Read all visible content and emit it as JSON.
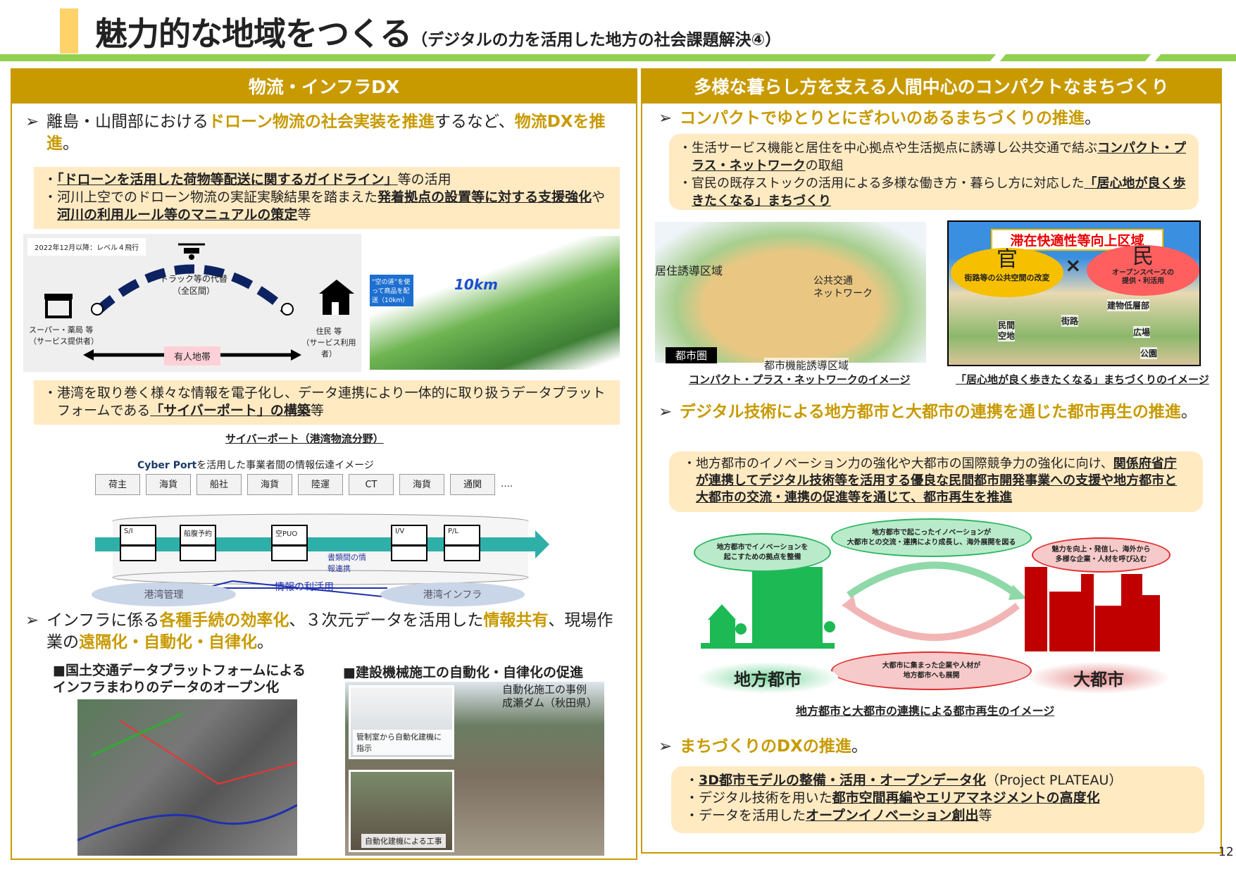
{
  "title": {
    "main": "魅力的な地域をつくる",
    "sub": "（デジタルの力を活用した地方の社会課題解決④）"
  },
  "left": {
    "header": "物流・インフラDX",
    "bullet1": [
      {
        "t": "離島・山間部における",
        "s": "n"
      },
      {
        "t": "ドローン物流の社会実装を推進",
        "s": "g"
      },
      {
        "t": "するなど、",
        "s": "n"
      },
      {
        "t": "物流DXを推進",
        "s": "g"
      },
      {
        "t": "。",
        "s": "n"
      }
    ],
    "box1": [
      [
        {
          "t": "・",
          "s": "n"
        },
        {
          "t": "「ドローンを活用した荷物等配送に関するガイドライン」",
          "s": "u"
        },
        {
          "t": "等の活用",
          "s": "n"
        }
      ],
      [
        {
          "t": "・河川上空でのドローン物流の実証実験結果を踏まえた",
          "s": "n"
        },
        {
          "t": "発着拠点の設置等に対する支援強化",
          "s": "u"
        },
        {
          "t": "や",
          "s": "n"
        },
        {
          "t": "河川の利用ルール等のマニュアルの策定",
          "s": "u"
        },
        {
          "t": "等",
          "s": "n"
        }
      ]
    ],
    "drone": {
      "level": "2022年12月以降：レベル４飛行",
      "truck": "トラック等の代替",
      "range": "（全区間）",
      "store": "スーパー・薬局 等",
      "store_role": "（サービス提供者）",
      "resident": "住民 等",
      "resident_role": "（サービス利用者）",
      "zone": "有人地帯",
      "distance": "10km",
      "sky": "“空の道”を使って商品を配送（10km）"
    },
    "box2": [
      [
        {
          "t": "・港湾を取り巻く様々な情報を電子化し、データ連携により一体的に取り扱うデータプラットフォームである",
          "s": "n"
        },
        {
          "t": "「サイバーポート」の構築",
          "s": "u"
        },
        {
          "t": "等",
          "s": "n"
        }
      ]
    ],
    "cyber": {
      "title": "サイバーポート（港湾物流分野）",
      "logo": "Cyber Port",
      "subtitle": "を活用した事業者間の情報伝達イメージ",
      "actors": [
        "荷主",
        "海貨",
        "船社",
        "海貨",
        "陸運",
        "CT",
        "海貨",
        "通関",
        "…."
      ],
      "docs": [
        "S/I",
        "船腹予約",
        "空PUO",
        "I/V",
        "P/L"
      ],
      "link": "書類間の情報連携",
      "left": "港湾管理",
      "right": "港湾インフラ",
      "mid": "情報の利活用"
    },
    "bullet3": [
      {
        "t": "インフラに係る",
        "s": "n"
      },
      {
        "t": "各種手続の効率化",
        "s": "g"
      },
      {
        "t": "、３次元データを活用した",
        "s": "n"
      },
      {
        "t": "情報共有",
        "s": "g"
      },
      {
        "t": "、現場作業の",
        "s": "n"
      },
      {
        "t": "遠隔化・自動化・自律化",
        "s": "g"
      },
      {
        "t": "。",
        "s": "n"
      }
    ],
    "sub1": "■国土交通データプラットフォームによる\nインフラまわりのデータのオープン化",
    "sub2": "■建設機械施工の自動化・自律化の促進",
    "photo2": {
      "caption": "自動化施工の事例\n成瀬ダム（秋田県）",
      "inset1": "管制室から自動化建機に指示",
      "inset2": "自動化建機による工事"
    }
  },
  "right": {
    "header": "多様な暮らし方を支える人間中心のコンパクトなまちづくり",
    "bullet1": [
      {
        "t": "コンパクトでゆとりとにぎわいのあるまちづくりの推進",
        "s": "g"
      },
      {
        "t": "。",
        "s": "n"
      }
    ],
    "box1": [
      [
        {
          "t": "・生活サービス機能と居住を中心拠点や生活拠点に誘導し公共交通で結ぶ",
          "s": "n"
        },
        {
          "t": "コンパクト・プラス・ネットワーク",
          "s": "u"
        },
        {
          "t": "の取組",
          "s": "n"
        }
      ],
      [
        {
          "t": "・官民の既存ストックの活用による多様な働き方・暮らし方に対応した",
          "s": "n"
        },
        {
          "t": "「居心地が良く歩きたくなる」まちづくり",
          "s": "u"
        }
      ]
    ],
    "img1": {
      "residential": "居住誘導区域",
      "transit": "公共交通\nネットワーク",
      "metro": "都市圏",
      "urban": "都市機能誘導区域",
      "caption": "コンパクト・プラス・ネットワークのイメージ"
    },
    "img2": {
      "zone": "滞在快適性等向上区域",
      "public": "官",
      "public_desc": "街路等の公共空間の改変",
      "cross": "×",
      "private": "民",
      "private_desc": "オープンスペースの\n提供・利活用",
      "lower": "建物低層部",
      "street": "街路",
      "vacant": "民間\n空地",
      "plaza": "広場",
      "park": "公園",
      "caption": "「居心地が良く歩きたくなる」まちづくりのイメージ"
    },
    "bullet2": [
      {
        "t": "デジタル技術による地方都市と大都市の連携を通じた都市再生の推進",
        "s": "g"
      },
      {
        "t": "。",
        "s": "n"
      }
    ],
    "box2": [
      [
        {
          "t": "・地方都市のイノベーション力の強化や大都市の国際競争力の強化に向け、",
          "s": "n"
        },
        {
          "t": "関係府省庁が連携してデジタル技術等を活用する優良な民間都市開発事業への支援や地方都市と大都市の交流・連携の促進等を通じて、都市再生を推進",
          "s": "u"
        }
      ]
    ],
    "cities": {
      "b1": "地方都市でイノベーションを\n起こすための拠点を整備",
      "b2": "地方都市で起こったイノベーションが\n大都市との交流・連携により成長し、海外展開を図る",
      "b3": "魅力を向上・発信し、海外から\n多様な企業・人材を呼び込む",
      "b4": "大都市に集まった企業や人材が\n地方都市へも展開",
      "local": "地方都市",
      "metro": "大都市",
      "caption": "地方都市と大都市の連携による都市再生のイメージ"
    },
    "bullet3": [
      {
        "t": "まちづくりのDXの推進",
        "s": "g"
      },
      {
        "t": "。",
        "s": "n"
      }
    ],
    "box3": [
      [
        {
          "t": "・",
          "s": "n"
        },
        {
          "t": "3D都市モデルの整備・活用・オープンデータ化",
          "s": "u"
        },
        {
          "t": "（Project PLATEAU）",
          "s": "n"
        }
      ],
      [
        {
          "t": "・デジタル技術を用いた",
          "s": "n"
        },
        {
          "t": "都市空間再編やエリアマネジメントの高度化",
          "s": "u"
        }
      ],
      [
        {
          "t": "・データを活用した",
          "s": "n"
        },
        {
          "t": "オープンイノベーション創出",
          "s": "u"
        },
        {
          "t": "等",
          "s": "n"
        }
      ]
    ]
  },
  "page_number": "12",
  "colors": {
    "gold": "#C89A00",
    "green_line": "#92D050",
    "box": "#FFEAC2",
    "local_green": "#1DB954",
    "metro_red": "#C00000"
  }
}
